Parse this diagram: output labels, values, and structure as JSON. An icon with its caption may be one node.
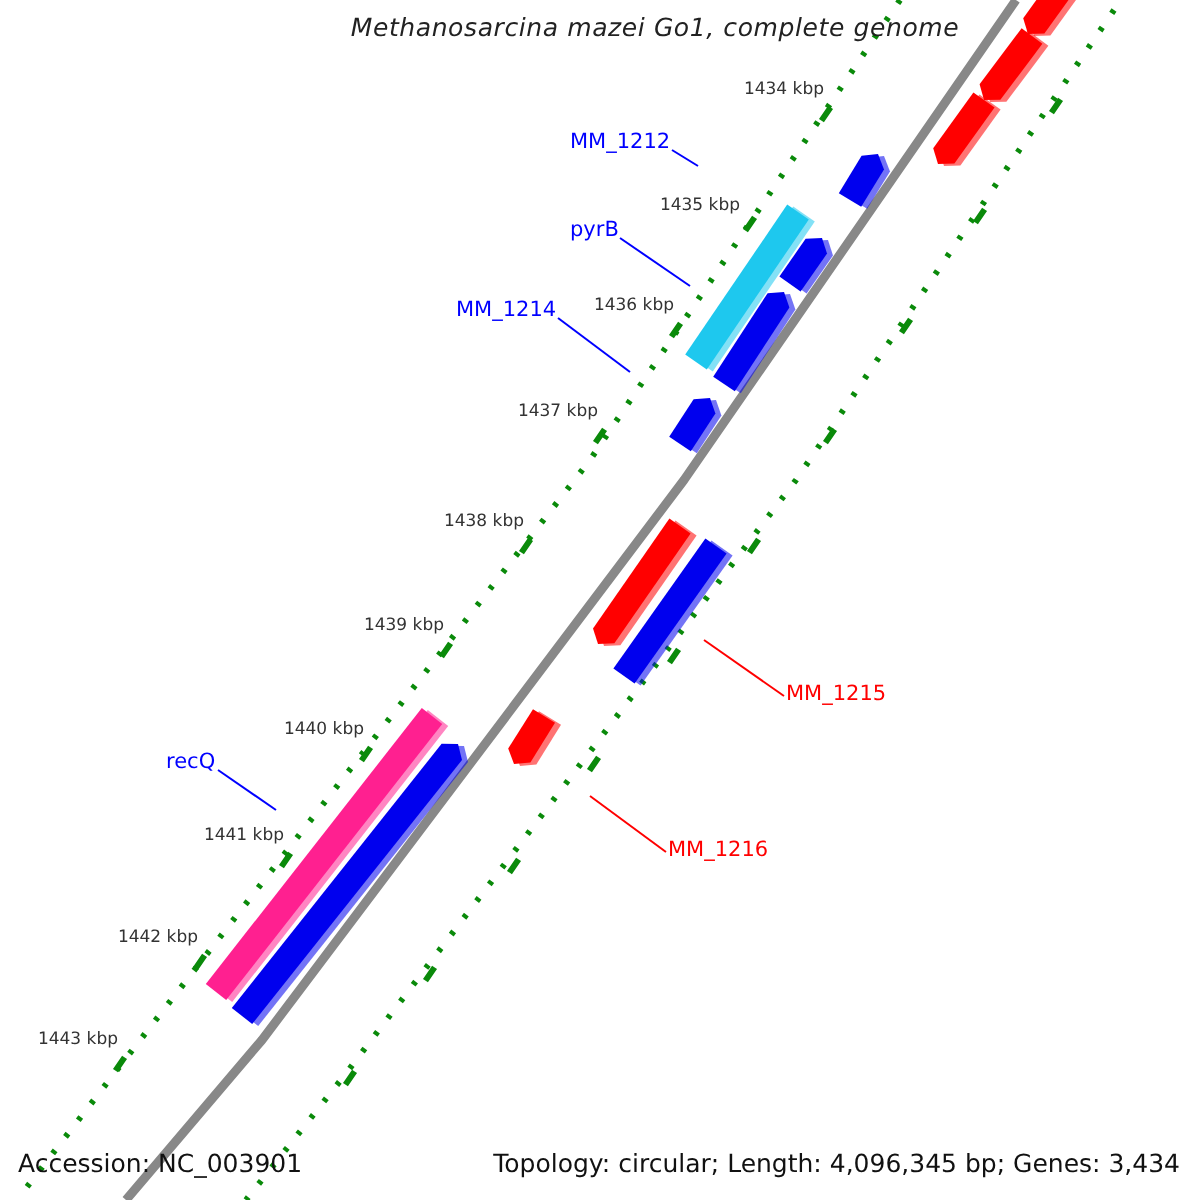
{
  "diagram": {
    "title": "Methanosarcina mazei Go1, complete genome",
    "nodes": [
      {
        "text": [
          "MM_1212"
        ]
      },
      {
        "text": [
          "pyrB"
        ]
      },
      {
        "text": [
          "MM_1214"
        ]
      },
      {
        "text": [
          "recQ"
        ]
      },
      {
        "text": [
          "MM_1215"
        ]
      },
      {
        "text": [
          "MM_1216"
        ]
      }
    ],
    "edges": [
      {
        "from": 0,
        "to": null,
        "arrow": "none"
      },
      {
        "from": 1,
        "to": null,
        "arrow": "none"
      },
      {
        "from": 2,
        "to": null,
        "arrow": "none"
      },
      {
        "from": 3,
        "to": null,
        "arrow": "none"
      },
      {
        "from": 4,
        "to": null,
        "arrow": "none",
        "color": "#ff0000"
      },
      {
        "from": 5,
        "to": null,
        "arrow": "none",
        "color": "#ff0000"
      }
    ],
    "labels": [
      "1434 kbp",
      "1435 kbp",
      "1436 kbp",
      "1437 kbp",
      "1438 kbp",
      "1439 kbp",
      "1440 kbp",
      "1441 kbp",
      "1442 kbp",
      "1443 kbp",
      "Accession: NC_003901",
      "Topology: circular; Length: 4,096,345 bp; Genes: 3,434"
    ]
  }
}
